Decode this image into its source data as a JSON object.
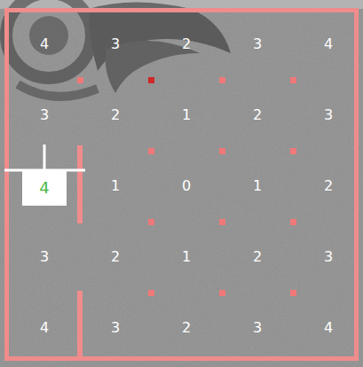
{
  "diagram": {
    "nodes": [
      {
        "text": [
          "4"
        ]
      }
    ],
    "labels": [
      "4",
      "3",
      "2",
      "3",
      "4",
      "3",
      "2",
      "1",
      "2",
      "3",
      "1",
      "0",
      "1",
      "2",
      "3",
      "2",
      "1",
      "2",
      "3",
      "4",
      "3",
      "2",
      "3",
      "4"
    ]
  }
}
